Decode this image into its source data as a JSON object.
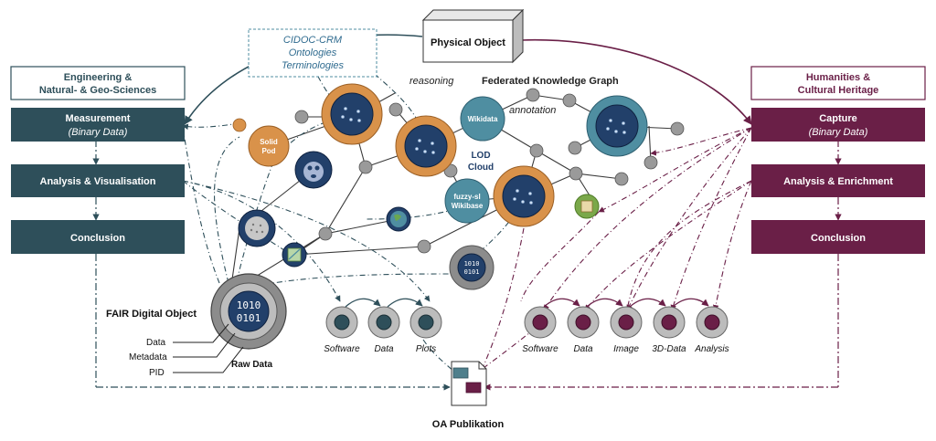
{
  "colors": {
    "teal": "#2e4f5a",
    "plum": "#6a1f47",
    "orange": "#d9924a",
    "lodBlue": "#4f8ea1",
    "navy": "#22406a",
    "grey": "#8c8c8c",
    "lightGrey": "#bcbcbc"
  },
  "physical_object": "Physical Object",
  "cidoc": {
    "line1": "CIDOC-CRM",
    "line2": "Ontologies",
    "line3": "Terminologies"
  },
  "kg": {
    "reasoning": "reasoning",
    "title": "Federated Knowledge Graph",
    "annotation": "annotation"
  },
  "left": {
    "header_line1": "Engineering &",
    "header_line2": "Natural- & Geo-Sciences",
    "measurement": "Measurement",
    "measurement_sub": "(Binary Data)",
    "analysis": "Analysis & Visualisation",
    "conclusion": "Conclusion"
  },
  "right": {
    "header_line1": "Humanities &",
    "header_line2": "Cultural Heritage",
    "capture": "Capture",
    "capture_sub": "(Binary Data)",
    "analysis": "Analysis & Enrichment",
    "conclusion": "Conclusion"
  },
  "nodes": {
    "solid_line1": "Solid",
    "solid_line2": "Pod",
    "wikidata": "Wikidata",
    "lod_line1": "LOD",
    "lod_line2": "Cloud",
    "fuzzy_line1": "fuzzy-sl",
    "fuzzy_line2": "Wikibase",
    "binary_line1": "1010",
    "binary_line2": "0101"
  },
  "fdo": {
    "title": "FAIR Digital Object",
    "data": "Data",
    "metadata": "Metadata",
    "pid": "PID",
    "raw": "Raw Data",
    "bin1": "1010",
    "bin2": "0101"
  },
  "outputs_left": [
    "Software",
    "Data",
    "Plots"
  ],
  "outputs_right": [
    "Software",
    "Data",
    "Image",
    "3D-Data",
    "Analysis"
  ],
  "publication": "OA Publikation"
}
